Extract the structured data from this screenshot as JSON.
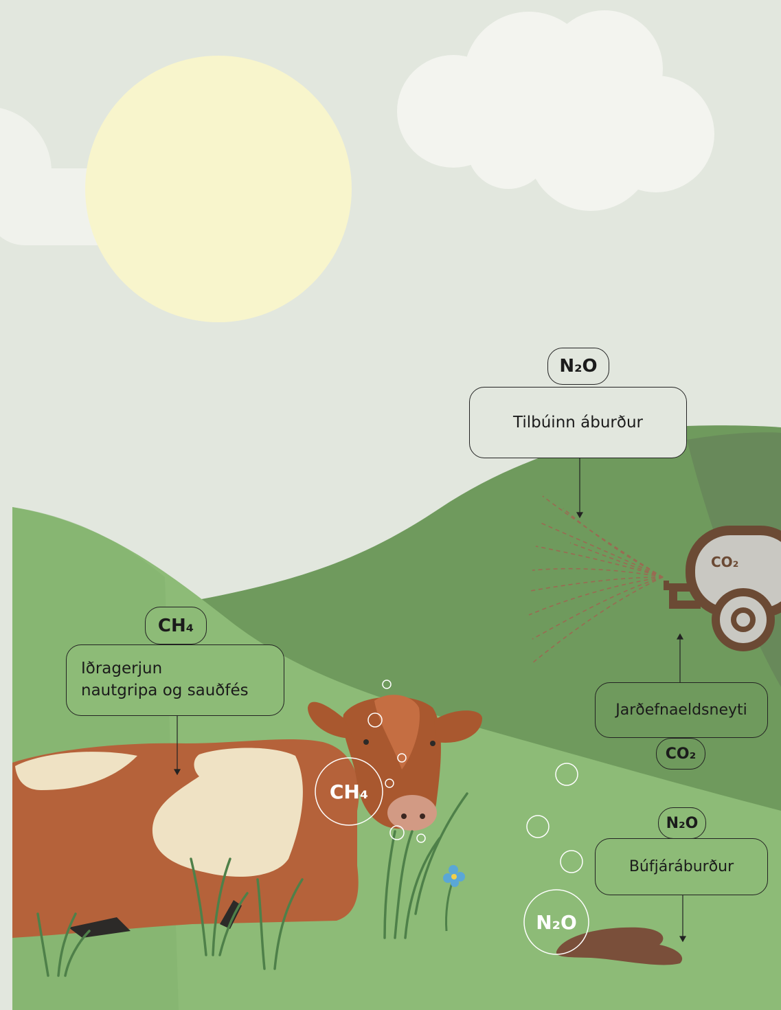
{
  "labels": {
    "fertilizer": {
      "gas": "N₂O",
      "text": "Tilbúinn áburður"
    },
    "enteric": {
      "gas": "CH₄",
      "text_line1": "Iðragerjun",
      "text_line2": "nautgripa og sauðfés"
    },
    "fuel": {
      "text": "Jarðefnaeldsneyti",
      "gas": "CO₂"
    },
    "manure": {
      "gas": "N₂O",
      "text": "Búfjáráburður"
    }
  },
  "bubbles": {
    "cow_gas": "CH₄",
    "manure_gas": "N₂O",
    "tank_gas": "CO₂"
  },
  "colors": {
    "sky": "#e2e7de",
    "sun": "#f8f5cc",
    "cloud": "#f1f3ee",
    "hill_light": "#8dbb77",
    "hill_dark": "#6f9a5d",
    "hill_darkest": "#6a8c58",
    "cow_brown": "#b5623a",
    "cow_spot": "#efe2c4",
    "manure": "#7a4f3a",
    "tanker": "#6b4a34"
  }
}
